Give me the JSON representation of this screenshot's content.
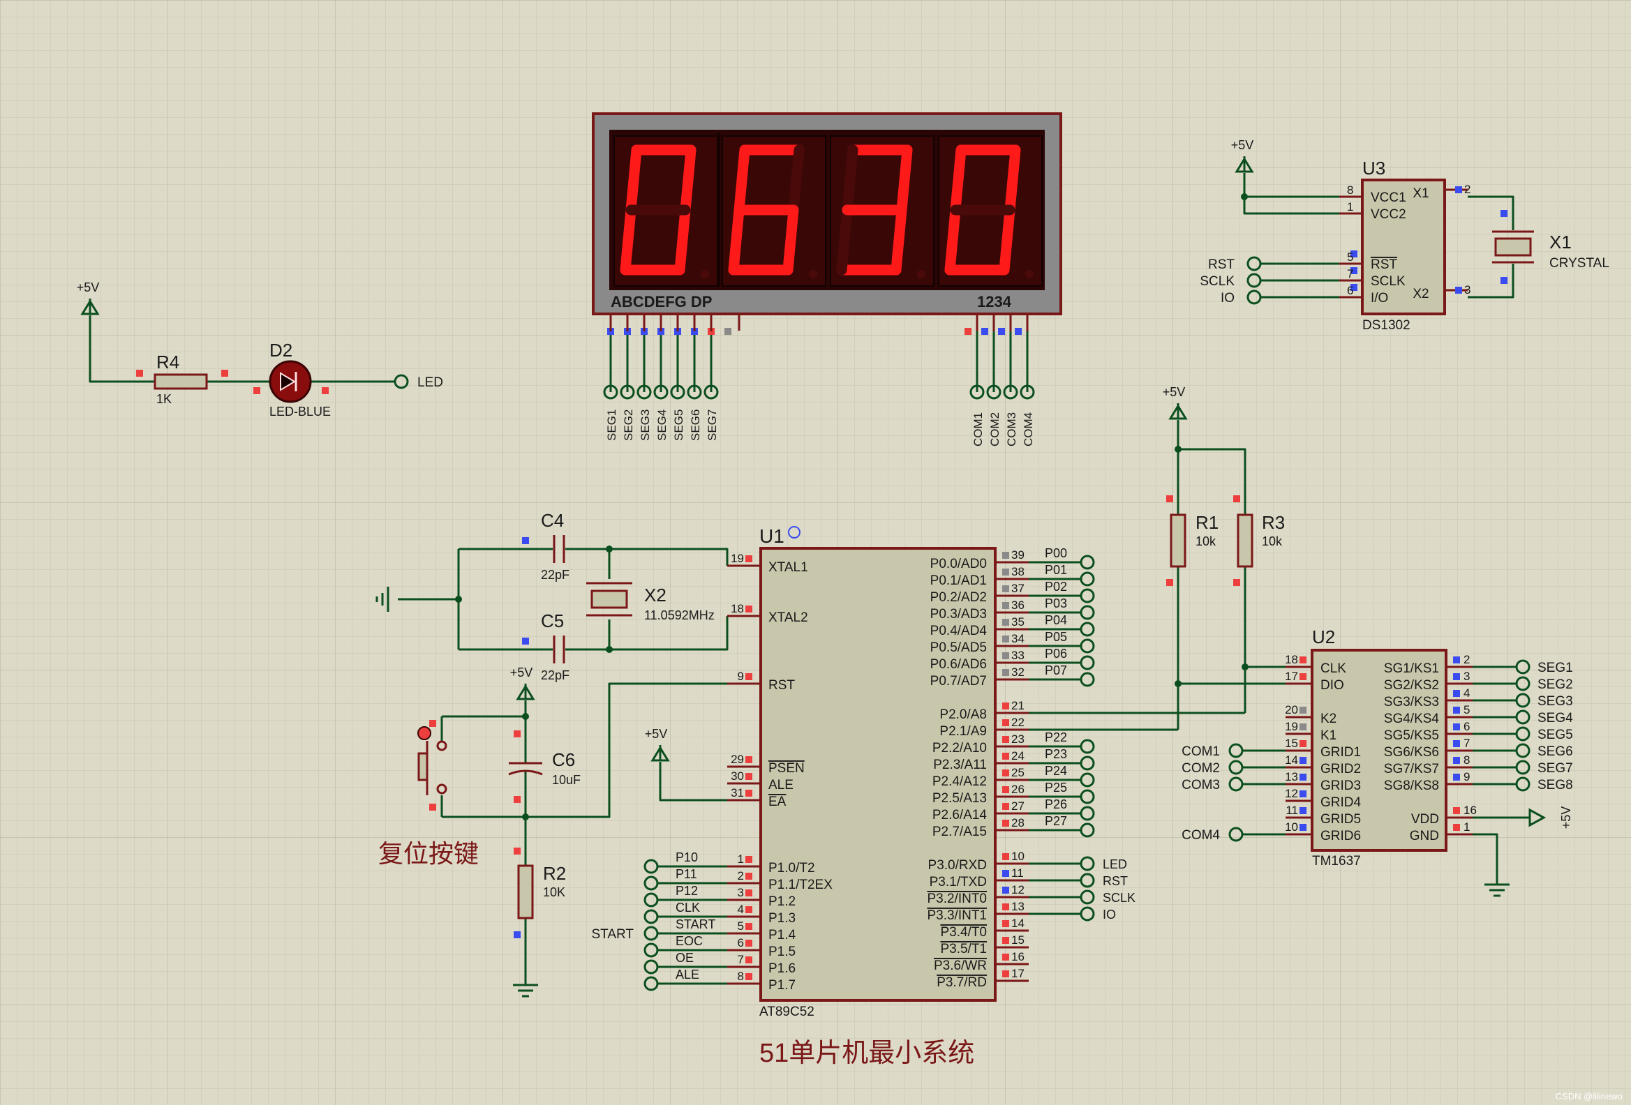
{
  "colors": {
    "background": "#dddac8",
    "wire": "#0b4f1e",
    "component": "#7a1717",
    "chip_fill": "#c9c7ab",
    "pin_red": "#ee3f3f",
    "pin_blue": "#3a4cf0",
    "pin_grey": "#8a8a8a",
    "seg_on": "#ff1a1a",
    "seg_off": "#4a0a0a"
  },
  "display": {
    "digits": [
      "0",
      "6",
      "3",
      "0"
    ],
    "seg_label": "ABCDEFG  DP",
    "com_label": "1234",
    "seg_pins": [
      "SEG1",
      "SEG2",
      "SEG3",
      "SEG4",
      "SEG5",
      "SEG6",
      "SEG7"
    ],
    "com_pins": [
      "COM1",
      "COM2",
      "COM3",
      "COM4"
    ]
  },
  "led_circuit": {
    "supply": "+5V",
    "r_ref": "R4",
    "r_val": "1K",
    "d_ref": "D2",
    "d_val": "LED-BLUE",
    "net": "LED"
  },
  "u3": {
    "ref": "U3",
    "part": "DS1302",
    "supply": "+5V",
    "left_pins": [
      {
        "num": "8",
        "name": "VCC1"
      },
      {
        "num": "1",
        "name": "VCC2"
      },
      {
        "num": "5",
        "name": "RST"
      },
      {
        "num": "7",
        "name": "SCLK"
      },
      {
        "num": "6",
        "name": "I/O"
      }
    ],
    "right_pins": [
      {
        "num": "2",
        "name": "X1"
      },
      {
        "num": "3",
        "name": "X2"
      }
    ],
    "nets": [
      "RST",
      "SCLK",
      "IO"
    ],
    "crystal_ref": "X1",
    "crystal_val": "CRYSTAL"
  },
  "osc": {
    "c4_ref": "C4",
    "c4_val": "22pF",
    "c5_ref": "C5",
    "c5_val": "22pF",
    "x2_ref": "X2",
    "x2_val": "11.0592MHz"
  },
  "reset": {
    "supply": "+5V",
    "c6_ref": "C6",
    "c6_val": "10uF",
    "r2_ref": "R2",
    "r2_val": "10K",
    "caption": "复位按键"
  },
  "pullups": {
    "supply": "+5V",
    "r1_ref": "R1",
    "r1_val": "10k",
    "r3_ref": "R3",
    "r3_val": "10k"
  },
  "u1": {
    "ref": "U1",
    "part": "AT89C52",
    "ea_supply": "+5V",
    "left_top": [
      {
        "num": "19",
        "name": "XTAL1"
      },
      {
        "num": "18",
        "name": "XTAL2"
      },
      {
        "num": "9",
        "name": "RST"
      }
    ],
    "left_mid": [
      {
        "num": "29",
        "name": "PSEN"
      },
      {
        "num": "30",
        "name": "ALE"
      },
      {
        "num": "31",
        "name": "EA"
      }
    ],
    "left_p1": [
      {
        "num": "1",
        "name": "P1.0/T2",
        "net": "P10"
      },
      {
        "num": "2",
        "name": "P1.1/T2EX",
        "net": "P11"
      },
      {
        "num": "3",
        "name": "P1.2",
        "net": "P12"
      },
      {
        "num": "4",
        "name": "P1.3",
        "net": "CLK"
      },
      {
        "num": "5",
        "name": "P1.4",
        "net": "START"
      },
      {
        "num": "6",
        "name": "P1.5",
        "net": "EOC"
      },
      {
        "num": "7",
        "name": "P1.6",
        "net": "OE"
      },
      {
        "num": "8",
        "name": "P1.7",
        "net": "ALE"
      }
    ],
    "start_label": "START",
    "right_p0": [
      {
        "num": "39",
        "name": "P0.0/AD0",
        "net": "P00"
      },
      {
        "num": "38",
        "name": "P0.1/AD1",
        "net": "P01"
      },
      {
        "num": "37",
        "name": "P0.2/AD2",
        "net": "P02"
      },
      {
        "num": "36",
        "name": "P0.3/AD3",
        "net": "P03"
      },
      {
        "num": "35",
        "name": "P0.4/AD4",
        "net": "P04"
      },
      {
        "num": "34",
        "name": "P0.5/AD5",
        "net": "P05"
      },
      {
        "num": "33",
        "name": "P0.6/AD6",
        "net": "P06"
      },
      {
        "num": "32",
        "name": "P0.7/AD7",
        "net": "P07"
      }
    ],
    "right_p2": [
      {
        "num": "21",
        "name": "P2.0/A8",
        "net": ""
      },
      {
        "num": "22",
        "name": "P2.1/A9",
        "net": ""
      },
      {
        "num": "23",
        "name": "P2.2/A10",
        "net": "P22"
      },
      {
        "num": "24",
        "name": "P2.3/A11",
        "net": "P23"
      },
      {
        "num": "25",
        "name": "P2.4/A12",
        "net": "P24"
      },
      {
        "num": "26",
        "name": "P2.5/A13",
        "net": "P25"
      },
      {
        "num": "27",
        "name": "P2.6/A14",
        "net": "P26"
      },
      {
        "num": "28",
        "name": "P2.7/A15",
        "net": "P27"
      }
    ],
    "right_p3": [
      {
        "num": "10",
        "name": "P3.0/RXD",
        "net": "LED"
      },
      {
        "num": "11",
        "name": "P3.1/TXD",
        "net": "RST"
      },
      {
        "num": "12",
        "name": "P3.2/INT0",
        "net": "SCLK"
      },
      {
        "num": "13",
        "name": "P3.3/INT1",
        "net": "IO"
      },
      {
        "num": "14",
        "name": "P3.4/T0",
        "net": ""
      },
      {
        "num": "15",
        "name": "P3.5/T1",
        "net": ""
      },
      {
        "num": "16",
        "name": "P3.6/WR",
        "net": ""
      },
      {
        "num": "17",
        "name": "P3.7/RD",
        "net": ""
      }
    ]
  },
  "u2": {
    "ref": "U2",
    "part": "TM1637",
    "vdd_supply": "+5V",
    "left_pins": [
      {
        "num": "18",
        "name": "CLK",
        "net": ""
      },
      {
        "num": "17",
        "name": "DIO",
        "net": ""
      },
      {
        "num": "20",
        "name": "K2",
        "net": ""
      },
      {
        "num": "19",
        "name": "K1",
        "net": ""
      },
      {
        "num": "15",
        "name": "GRID1",
        "net": "COM1"
      },
      {
        "num": "14",
        "name": "GRID2",
        "net": "COM2"
      },
      {
        "num": "13",
        "name": "GRID3",
        "net": "COM3"
      },
      {
        "num": "12",
        "name": "GRID4",
        "net": ""
      },
      {
        "num": "11",
        "name": "GRID5",
        "net": ""
      },
      {
        "num": "10",
        "name": "GRID6",
        "net": "COM4"
      }
    ],
    "right_pins": [
      {
        "num": "2",
        "name": "SG1/KS1",
        "net": "SEG1"
      },
      {
        "num": "3",
        "name": "SG2/KS2",
        "net": "SEG2"
      },
      {
        "num": "4",
        "name": "SG3/KS3",
        "net": "SEG3"
      },
      {
        "num": "5",
        "name": "SG4/KS4",
        "net": "SEG4"
      },
      {
        "num": "6",
        "name": "SG5/KS5",
        "net": "SEG5"
      },
      {
        "num": "7",
        "name": "SG6/KS6",
        "net": "SEG6"
      },
      {
        "num": "8",
        "name": "SG7/KS7",
        "net": "SEG7"
      },
      {
        "num": "9",
        "name": "SG8/KS8",
        "net": "SEG8"
      },
      {
        "num": "16",
        "name": "VDD",
        "net": ""
      },
      {
        "num": "1",
        "name": "GND",
        "net": ""
      }
    ]
  },
  "bottom_caption": "51单片机最小系统",
  "watermark": "CSDN @lilinewo"
}
